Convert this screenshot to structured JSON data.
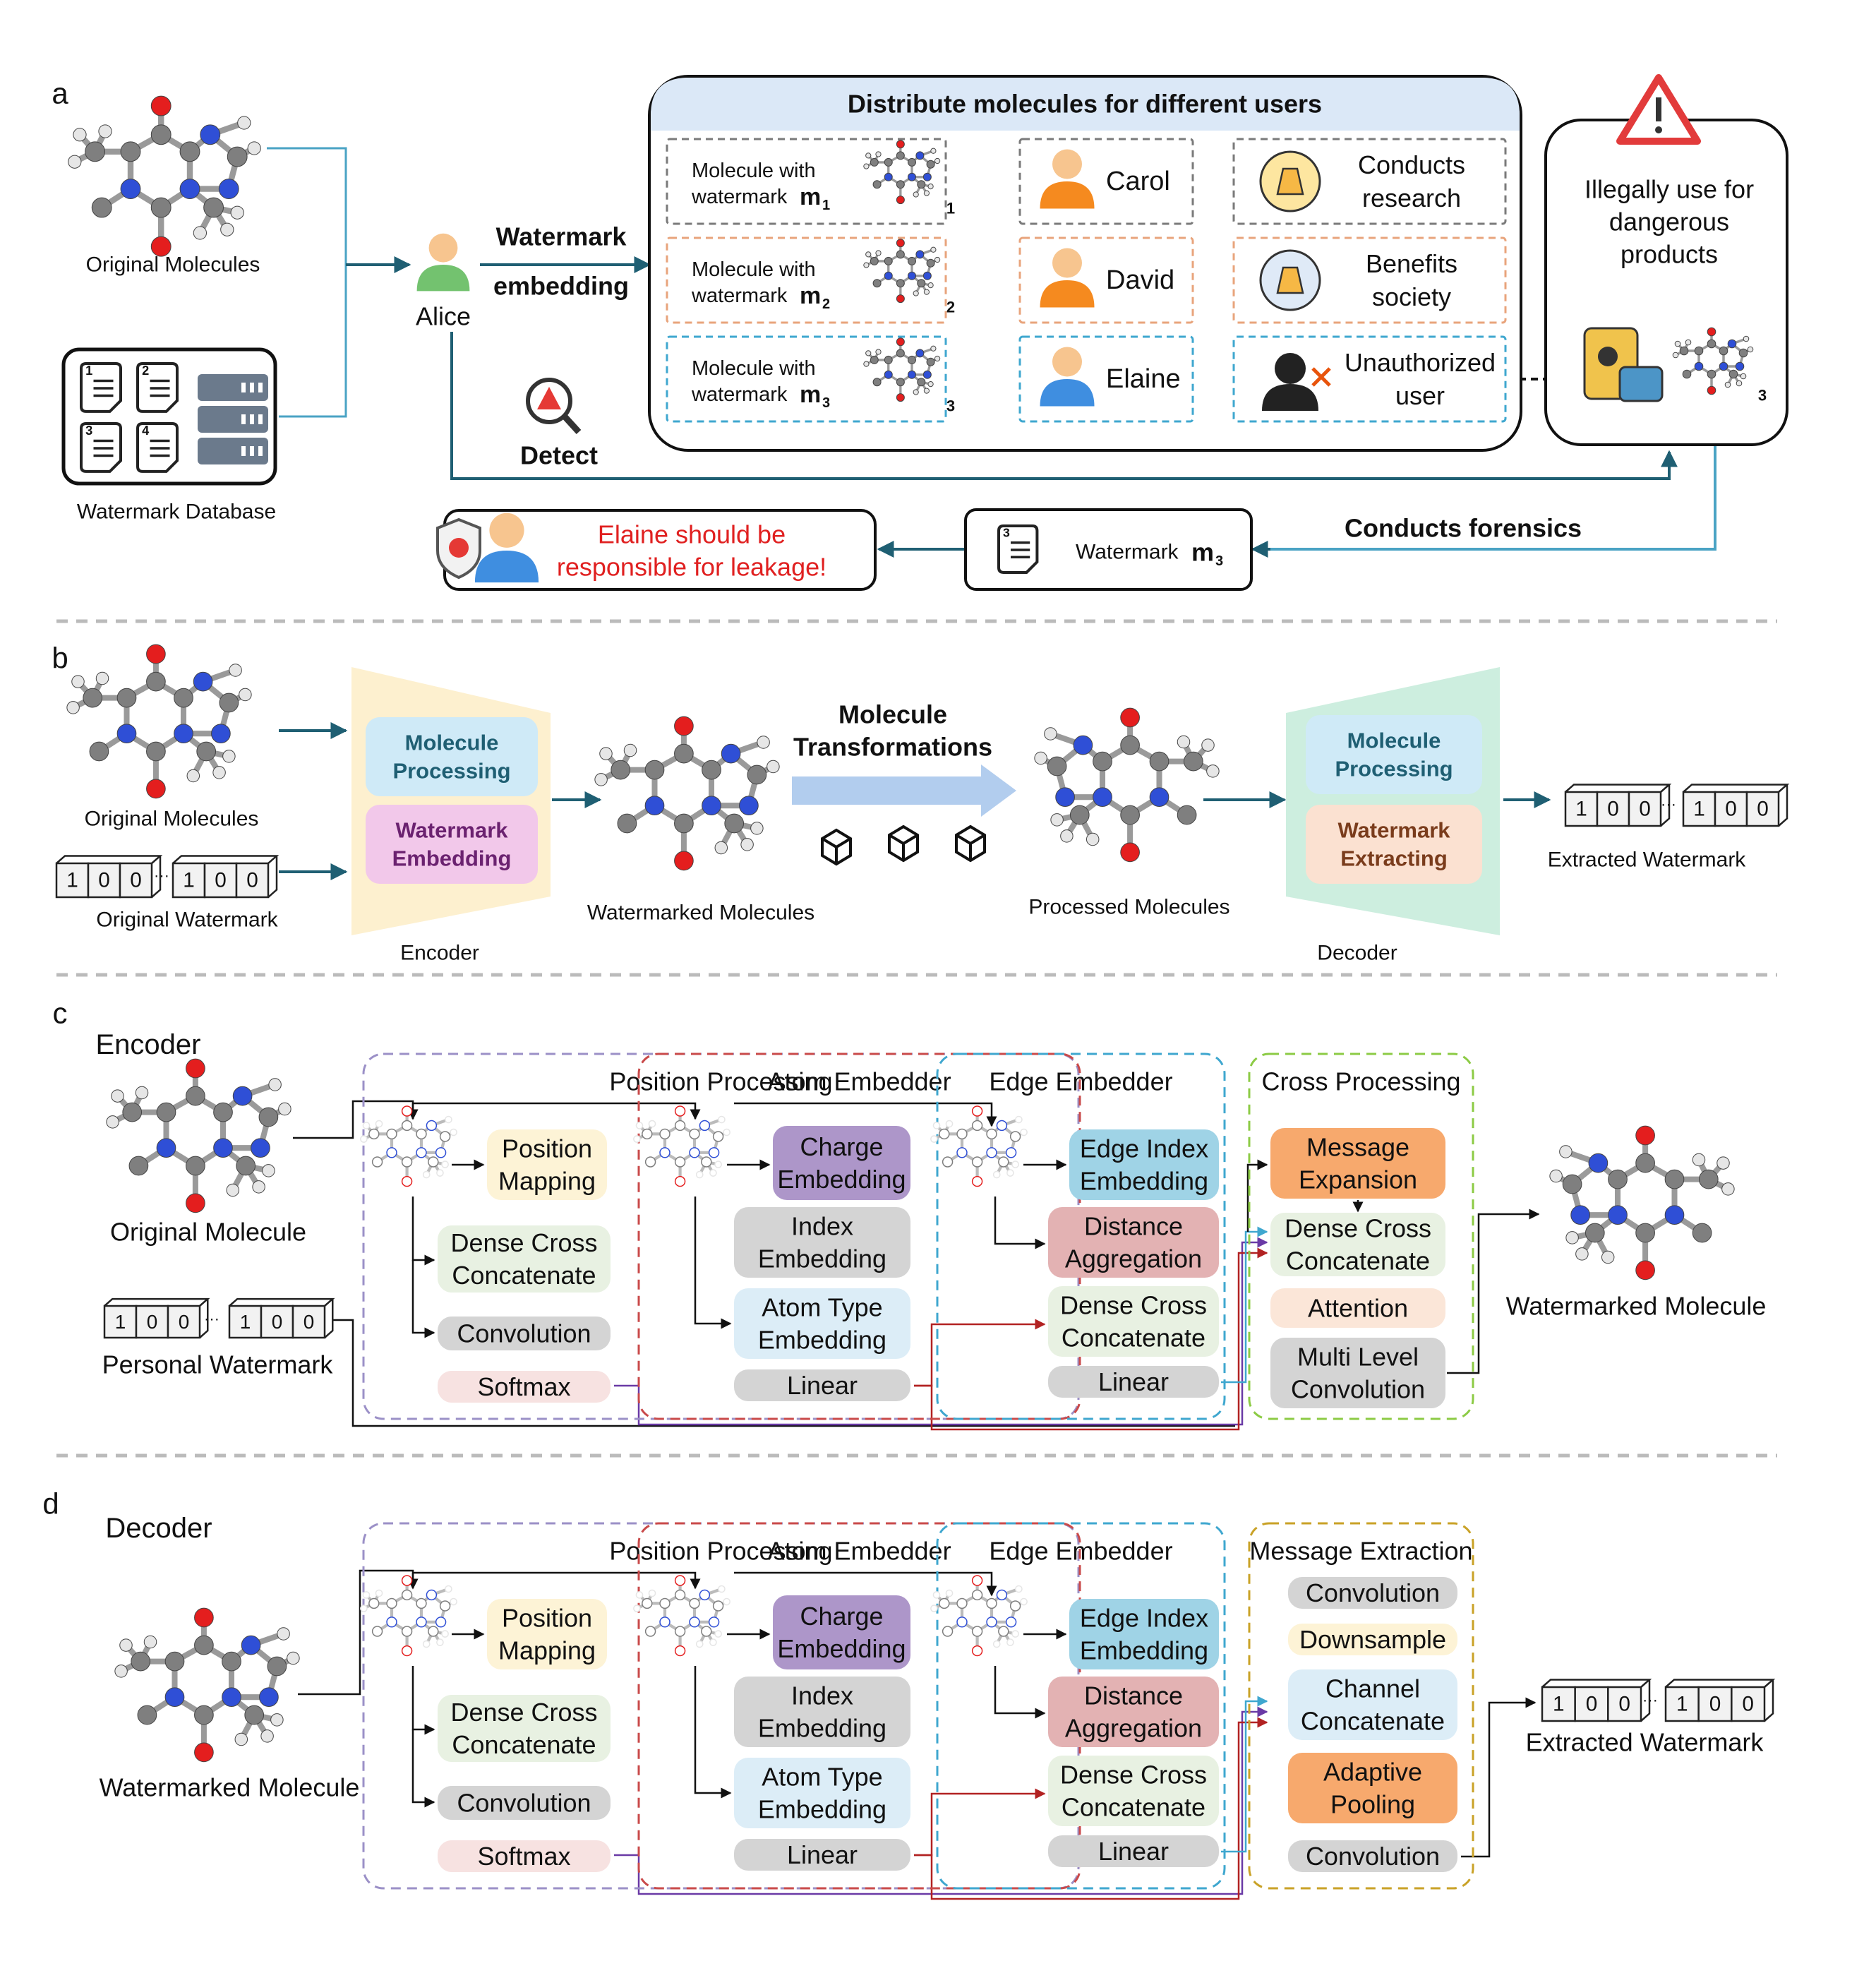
{
  "panels": {
    "a": "a",
    "b": "b",
    "c": "c",
    "d": "d"
  },
  "a": {
    "original_molecules": "Original Molecules",
    "watermark_database": "Watermark Database",
    "db_numbers": [
      "1",
      "2",
      "3",
      "4"
    ],
    "alice": "Alice",
    "watermark_embedding_1": "Watermark",
    "watermark_embedding_2": "embedding",
    "distribute_title": "Distribute molecules for different users",
    "rows": [
      {
        "mol_1": "Molecule with",
        "mol_2": "watermark",
        "sym": "m",
        "sub": "1",
        "idx": "1",
        "user": "Carol",
        "use_1": "Conducts",
        "use_2": "research",
        "color": "#7a7a7a"
      },
      {
        "mol_1": "Molecule with",
        "mol_2": "watermark",
        "sym": "m",
        "sub": "2",
        "idx": "2",
        "user": "David",
        "use_1": "Benefits",
        "use_2": "society",
        "color": "#e8a47c"
      },
      {
        "mol_1": "Molecule with",
        "mol_2": "watermark",
        "sym": "m",
        "sub": "3",
        "idx": "3",
        "user": "Elaine",
        "use_1": "Unauthorized",
        "use_2": "user",
        "color": "#3fa7cf"
      }
    ],
    "illegal_1": "Illegally use for",
    "illegal_2": "dangerous",
    "illegal_3": "products",
    "illegal_idx": "3",
    "detect": "Detect",
    "forensics": "Conducts forensics",
    "wm_label": "Watermark",
    "wm_sym": "m",
    "wm_sub": "3",
    "wm_num": "3",
    "responsible_1": "Elaine should be",
    "responsible_2": "responsible for leakage!"
  },
  "b": {
    "original_molecules": "Original Molecules",
    "original_watermark": "Original Watermark",
    "bits": [
      "1",
      "0",
      "0"
    ],
    "ellipsis": "···",
    "enc_box1_1": "Molecule",
    "enc_box1_2": "Processing",
    "enc_box2_1": "Watermark",
    "enc_box2_2": "Embedding",
    "encoder": "Encoder",
    "watermarked_molecules": "Watermarked Molecules",
    "transform_1": "Molecule",
    "transform_2": "Transformations",
    "processed_molecules": "Processed Molecules",
    "dec_box1_1": "Molecule",
    "dec_box1_2": "Processing",
    "dec_box2_1": "Watermark",
    "dec_box2_2": "Extracting",
    "decoder": "Decoder",
    "extracted_watermark": "Extracted Watermark"
  },
  "c": {
    "title": "Encoder",
    "original_molecule": "Original Molecule",
    "personal_watermark": "Personal Watermark",
    "watermarked_molecule": "Watermarked Molecule",
    "position_processing": "Position Processing",
    "position_mapping_1": "Position",
    "position_mapping_2": "Mapping",
    "dense_1": "Dense Cross",
    "dense_2": "Concatenate",
    "convolution": "Convolution",
    "softmax": "Softmax",
    "atom_embedder": "Atom Embedder",
    "charge_1": "Charge",
    "charge_2": "Embedding",
    "index_1": "Index",
    "index_2": "Embedding",
    "atomtype_1": "Atom Type",
    "atomtype_2": "Embedding",
    "linear": "Linear",
    "edge_embedder": "Edge Embedder",
    "edgeindex_1": "Edge Index",
    "edgeindex_2": "Embedding",
    "distance_1": "Distance",
    "distance_2": "Aggregation",
    "cross_processing": "Cross Processing",
    "message_1": "Message",
    "message_2": "Expansion",
    "attention": "Attention",
    "multilevel_1": "Multi Level",
    "multilevel_2": "Convolution"
  },
  "d": {
    "title": "Decoder",
    "watermarked_molecule": "Watermarked Molecule",
    "extracted_watermark": "Extracted Watermark",
    "position_processing": "Position Processing",
    "position_mapping_1": "Position",
    "position_mapping_2": "Mapping",
    "dense_1": "Dense Cross",
    "dense_2": "Concatenate",
    "convolution": "Convolution",
    "softmax": "Softmax",
    "atom_embedder": "Atom Embedder",
    "charge_1": "Charge",
    "charge_2": "Embedding",
    "index_1": "Index",
    "index_2": "Embedding",
    "atomtype_1": "Atom Type",
    "atomtype_2": "Embedding",
    "linear": "Linear",
    "edge_embedder": "Edge Embedder",
    "edgeindex_1": "Edge Index",
    "edgeindex_2": "Embedding",
    "distance_1": "Distance",
    "distance_2": "Aggregation",
    "message_extraction": "Message Extraction",
    "downsample": "Downsample",
    "channel_1": "Channel",
    "channel_2": "Concatenate",
    "adaptive_1": "Adaptive",
    "adaptive_2": "Pooling"
  },
  "colors": {
    "navy_arrow": "#1f5f73",
    "teal_line": "#4aa3c4",
    "header_blue": "#dbe8f7",
    "grey_box": "#d4d4d4",
    "lilac_box": "#ad96c9",
    "teal_box": "#9fd3e6",
    "pink_box": "#e3b2b3",
    "mint_box": "#e8f1e2",
    "cream_box": "#fdf3d6",
    "peach_box": "#fbe6d8",
    "orange_box": "#f7a96d",
    "rose_box": "#f7e2e1",
    "red_text": "#e02020"
  },
  "icons": [
    "molecule-icon",
    "document-icon",
    "server-icon",
    "person-icon",
    "alert-triangle-icon",
    "magnifier-alert-icon",
    "lab-research-icon",
    "society-hands-icon",
    "hacker-icon",
    "toxic-barrel-icon",
    "shield-x-icon",
    "cube-transform-icon"
  ]
}
